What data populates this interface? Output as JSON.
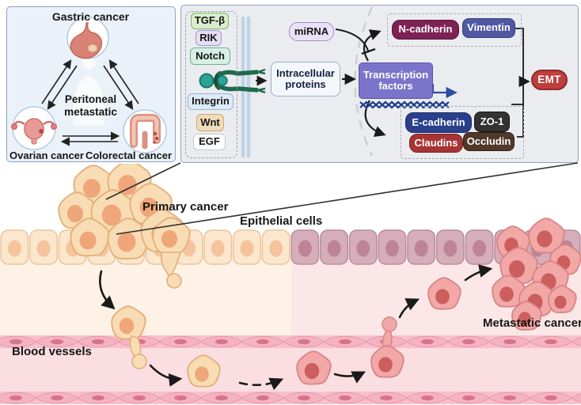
{
  "panel_organs": {
    "gastric_label": "Gastric cancer",
    "peritoneal_line1": "Peritoneal",
    "peritoneal_line2": "metastatic",
    "ovarian_label": "Ovarian cancer",
    "colorectal_label": "Colorectal cancer"
  },
  "panel_pathway": {
    "ligands": [
      "TGF-β",
      "RIK",
      "Notch",
      "Integrin",
      "Wnt",
      "EGF"
    ],
    "mirna_label": "miRNA",
    "intracellular_label": "Intracellular proteins",
    "transcription_factors_label": "Transcription factors",
    "mesenchymal_markers": [
      "N-cadherin",
      "Vimentin"
    ],
    "epithelial_markers": [
      "E-cadherin",
      "ZO-1",
      "Claudins",
      "Occludin"
    ],
    "emt_label": "EMT"
  },
  "scene": {
    "primary_cancer_label": "Primary cancer",
    "epithelial_cells_label": "Epithelial cells",
    "blood_vessels_label": "Blood vessels",
    "metastatic_cancer_label": "Metastatic cancer"
  },
  "colors": {
    "emt_badge": "#bf3e3e",
    "transcription_factors_box": "#7b74ca",
    "n_cadherin_chip": "#7e2155",
    "vimentin_chip": "#5058a2",
    "e_cadherin_chip": "#2a3f8c",
    "zo1_chip": "#333333",
    "claudins_chip": "#a63434",
    "occludin_chip": "#50382a",
    "tgfb_chip": "#d9edcd",
    "rik_chip": "#e6def4",
    "notch_chip": "#d7efe4",
    "integrin_chip": "#ddeaf8",
    "wnt_chip": "#eedcba",
    "egf_chip": "#ffffff",
    "mirna_chip": "#eae1f6",
    "dna_strand": "#1e3f8f",
    "organ_panel_bg": "#eaf1f8",
    "pathway_panel_bg": "#ebecef",
    "epithelial_cell_left": "#fbe7cd",
    "epithelial_cell_right": "#d6aebb",
    "tumor_cell_orange": "#f8dcb4",
    "tumor_cell_pink": "#f3a8a8",
    "vessel_wall": "#f7c0cc",
    "vessel_lumen": "#fadee1"
  }
}
